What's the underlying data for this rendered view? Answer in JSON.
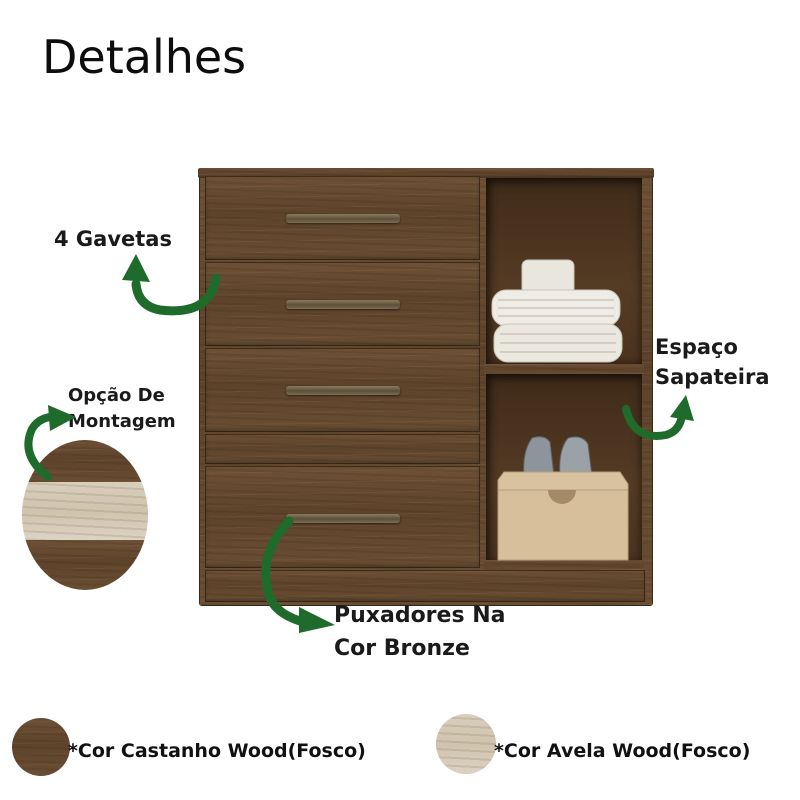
{
  "title": "Detalhes",
  "callouts": {
    "drawers": "4 Gavetas",
    "assembly_line1": "Opção De",
    "assembly_line2": "Montagem",
    "shoe_space_line1": "Espaço",
    "shoe_space_line2": "Sapateira",
    "handles_line1": "Puxadores Na",
    "handles_line2": "Cor Bronze"
  },
  "colors_options": [
    {
      "label": "*Cor Castanho Wood(Fosco)",
      "swatch": "#5b4129"
    },
    {
      "label": "*Cor Avela Wood(Fosco)",
      "swatch": "#d6ccba"
    }
  ],
  "accent": {
    "arrow": "#1f6b2c"
  }
}
